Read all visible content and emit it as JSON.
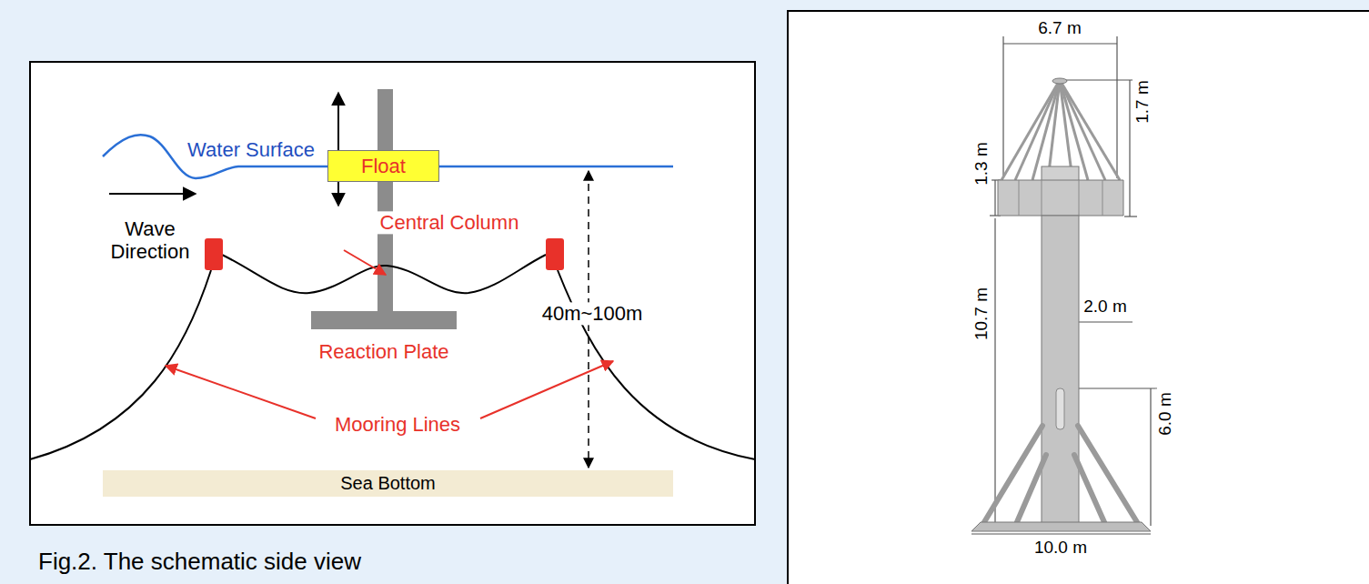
{
  "diagram": {
    "caption": "Fig.2. The schematic side view",
    "nodes": [
      {
        "text": [
          "Float"
        ]
      },
      {
        "text": [
          "Sea Bottom"
        ]
      }
    ],
    "labels": [
      "Water Surface",
      "Wave Direction",
      "Central Column",
      "Reaction Plate",
      "40m~100m",
      "Mooring Lines",
      "6.7 m",
      "1.7 m",
      "1.3 m",
      "10.7 m",
      "2.0 m",
      "6.0 m",
      "10.0 m"
    ]
  }
}
